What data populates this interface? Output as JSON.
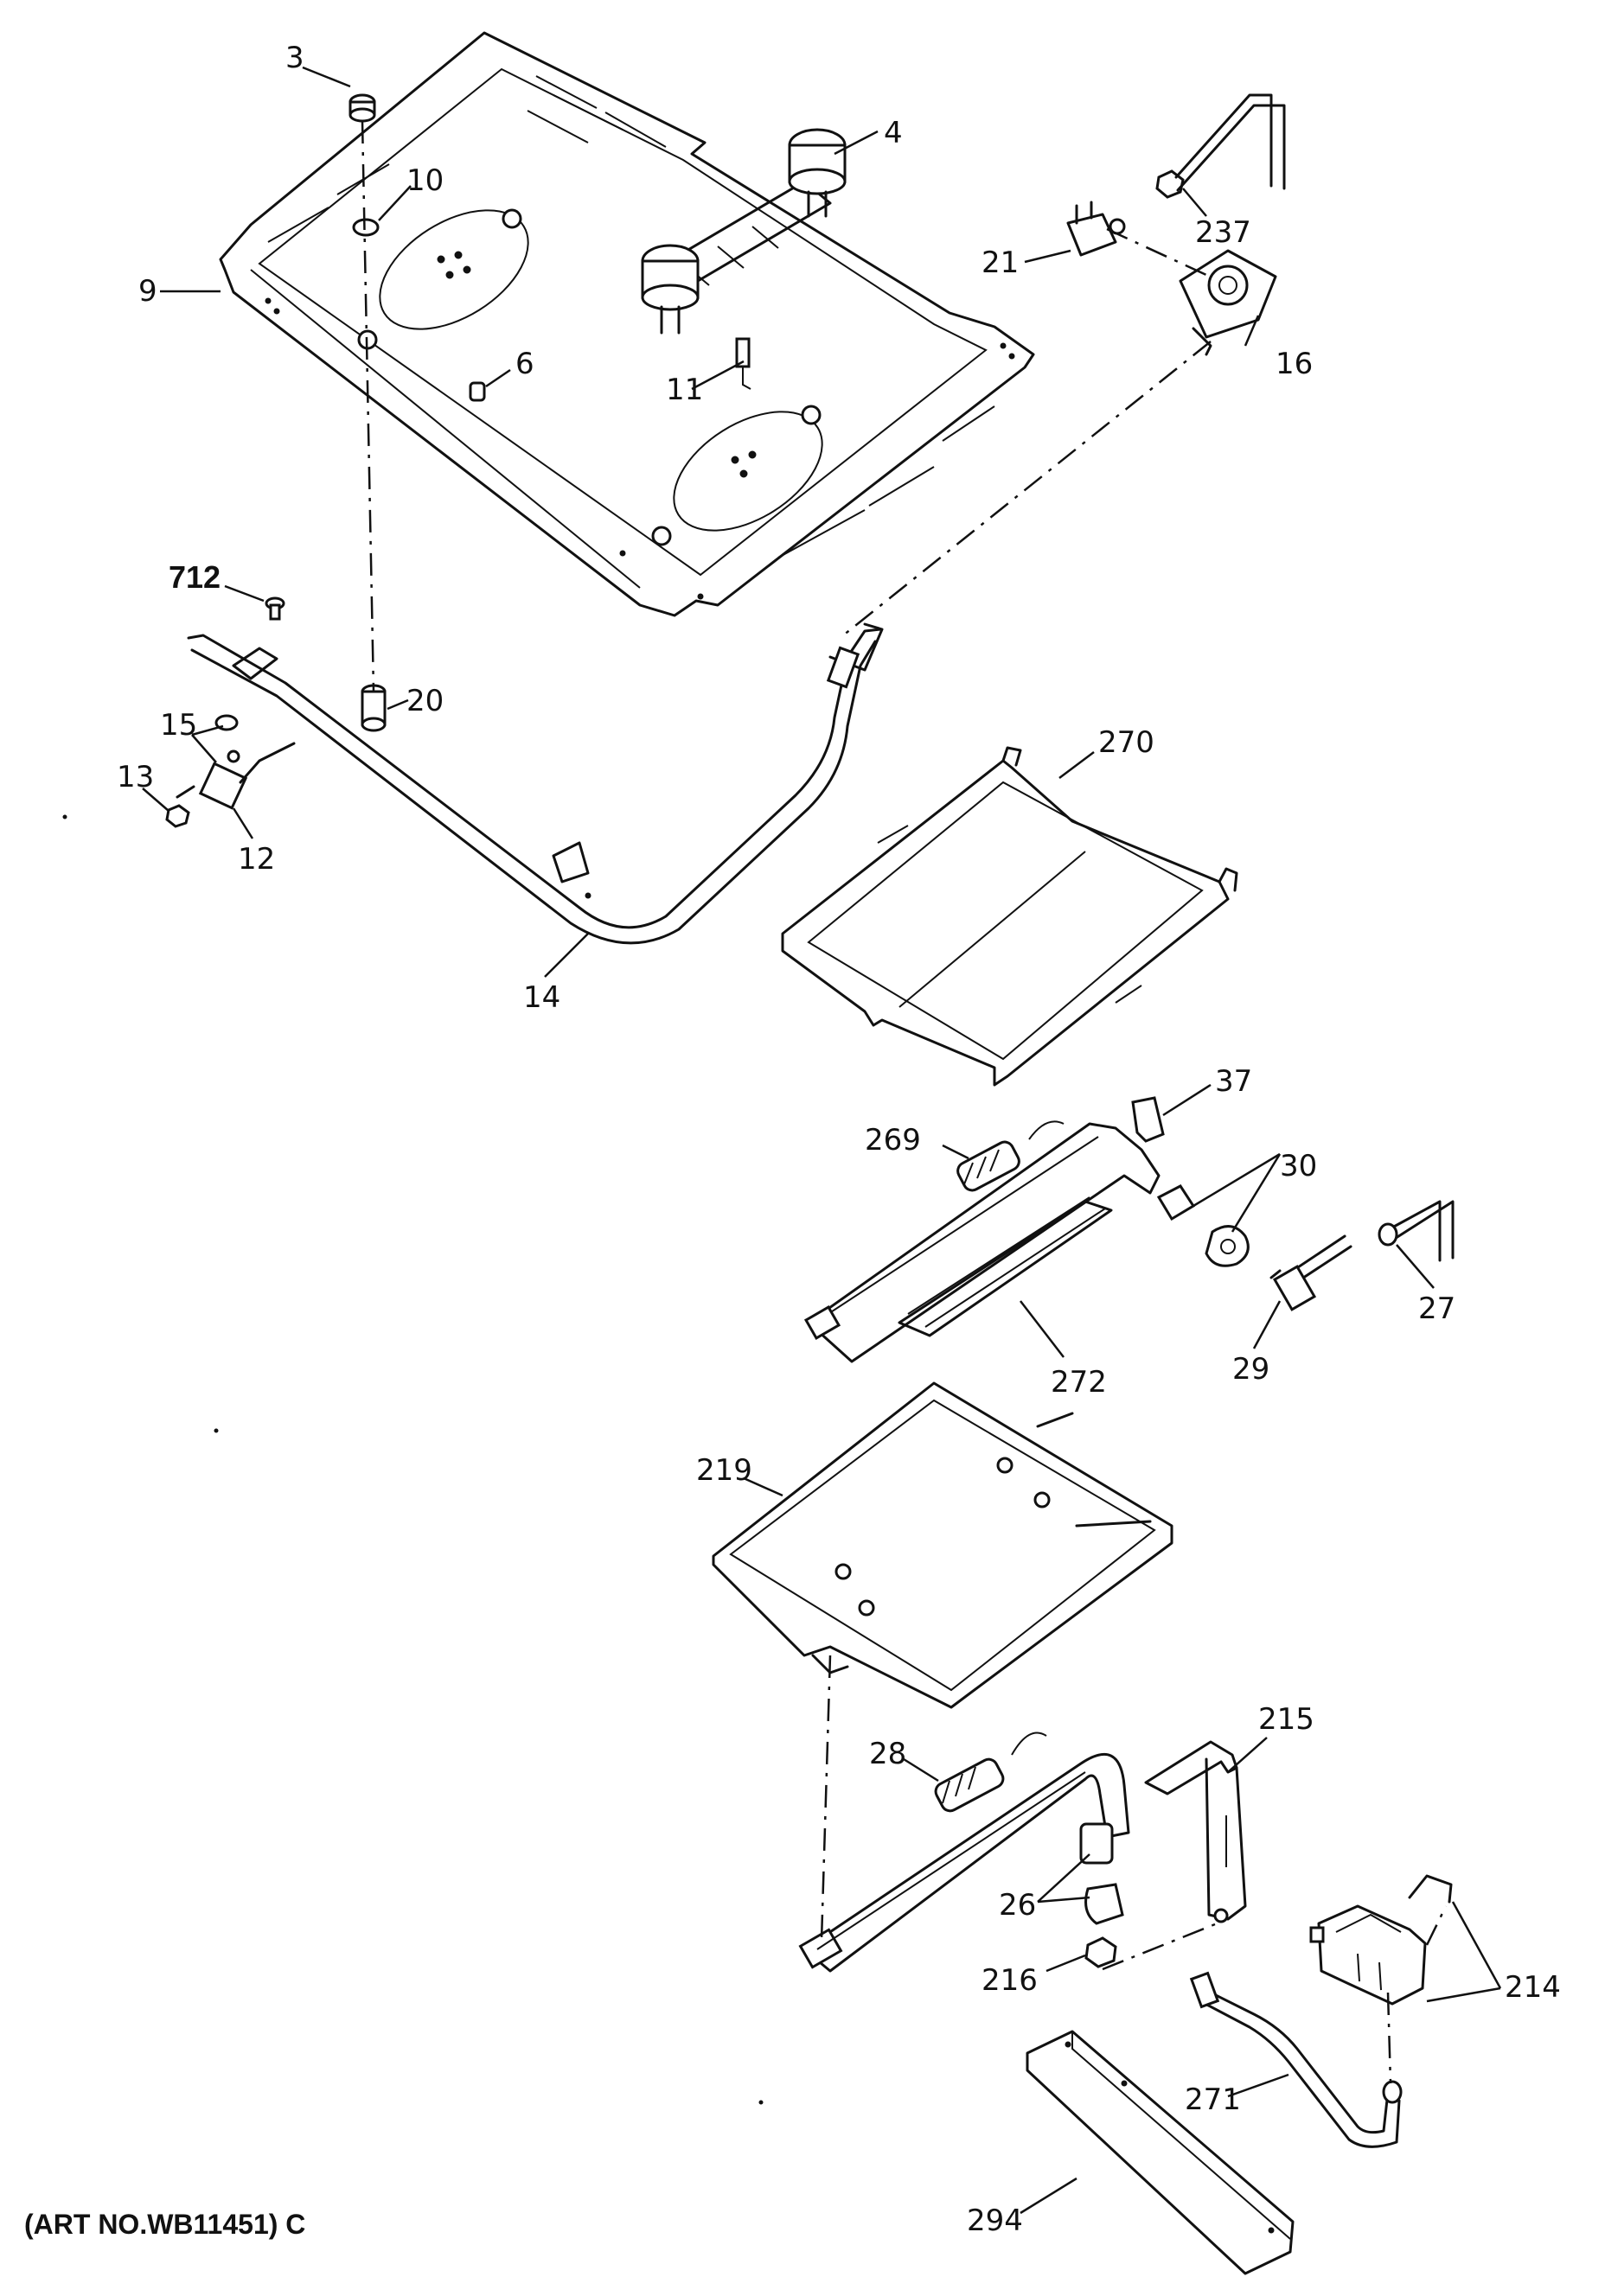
{
  "callouts": {
    "c3": "3",
    "c4": "4",
    "c10": "10",
    "c9": "9",
    "c6": "6",
    "c11": "11",
    "c21": "21",
    "c237": "237",
    "c16": "16",
    "c712": "712",
    "c20": "20",
    "c15": "15",
    "c13": "13",
    "c12": "12",
    "c14": "14",
    "c270": "270",
    "c37": "37",
    "c269": "269",
    "c30": "30",
    "c27": "27",
    "c29": "29",
    "c272": "272",
    "c219": "219",
    "c215": "215",
    "c28": "28",
    "c26": "26",
    "c216": "216",
    "c214": "214",
    "c271": "271",
    "c294": "294"
  },
  "caption": "(ART NO.WB11451) C"
}
